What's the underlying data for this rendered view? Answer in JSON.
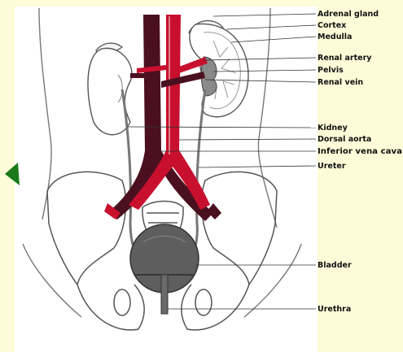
{
  "diagram": {
    "labels": {
      "adrenal_gland": "Adrenal gland",
      "cortex": "Cortex",
      "medulla": "Medulla",
      "renal_artery": "Renal artery",
      "pelvis": "Pelvis",
      "renal_vein": "Renal vein",
      "kidney": "Kidney",
      "dorsal_aorta": "Dorsal aorta",
      "inferior_vena_cava": "Inferior vena cava",
      "ureter": "Ureter",
      "bladder": "Bladder",
      "urethra": "Urethra"
    },
    "colors": {
      "background": "#fefcd8",
      "artery": "#c8102e",
      "vein": "#4a1020",
      "bladder": "#5e5e5e",
      "pointer": "#1a7a1a"
    }
  }
}
